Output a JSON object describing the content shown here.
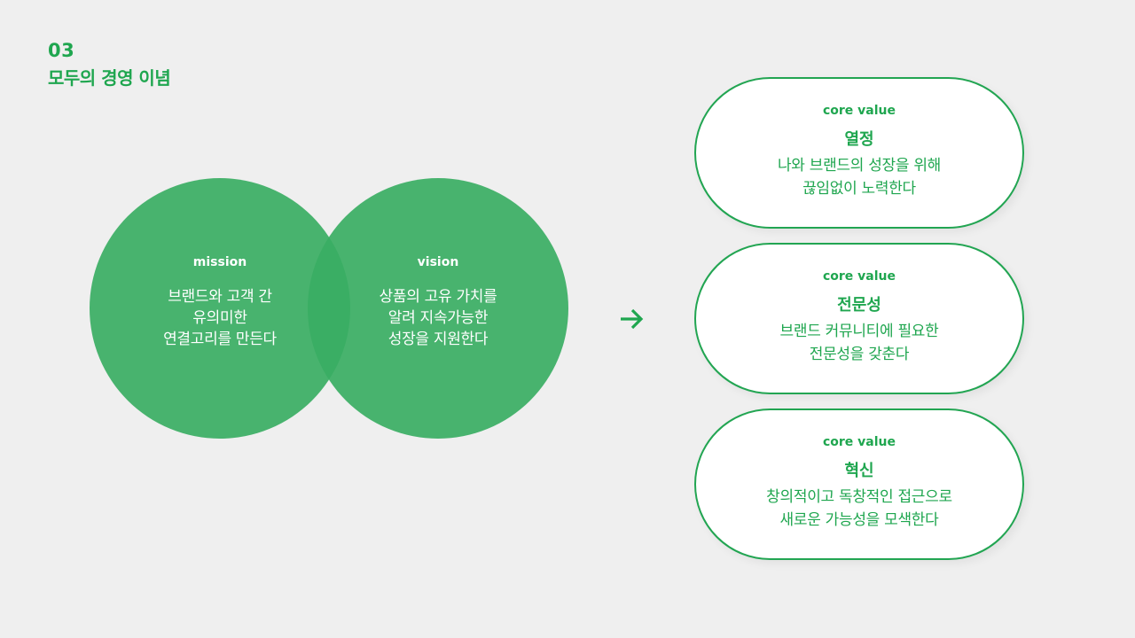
{
  "header": {
    "number": "03",
    "title": "모두의 경영 이념"
  },
  "colors": {
    "accent": "#1fa64f",
    "circle_fill": "#3aae63",
    "overlap_fill": "#22a552",
    "background": "#efefef",
    "pill_fill": "#ffffff"
  },
  "venn": {
    "mission": {
      "label": "mission",
      "body": "브랜드와 고객 간\n유의미한\n연결고리를 만든다"
    },
    "vision": {
      "label": "vision",
      "body": "상품의 고유 가치를\n알려 지속가능한\n성장을 지원한다"
    }
  },
  "arrow_icon": "arrow-right-icon",
  "core_values": [
    {
      "label": "core value",
      "title": "열정",
      "body": "나와 브랜드의 성장을 위해\n끊임없이 노력한다"
    },
    {
      "label": "core value",
      "title": "전문성",
      "body": "브랜드 커뮤니티에 필요한\n전문성을 갖춘다"
    },
    {
      "label": "core value",
      "title": "혁신",
      "body": "창의적이고 독창적인 접근으로\n새로운 가능성을 모색한다"
    }
  ]
}
